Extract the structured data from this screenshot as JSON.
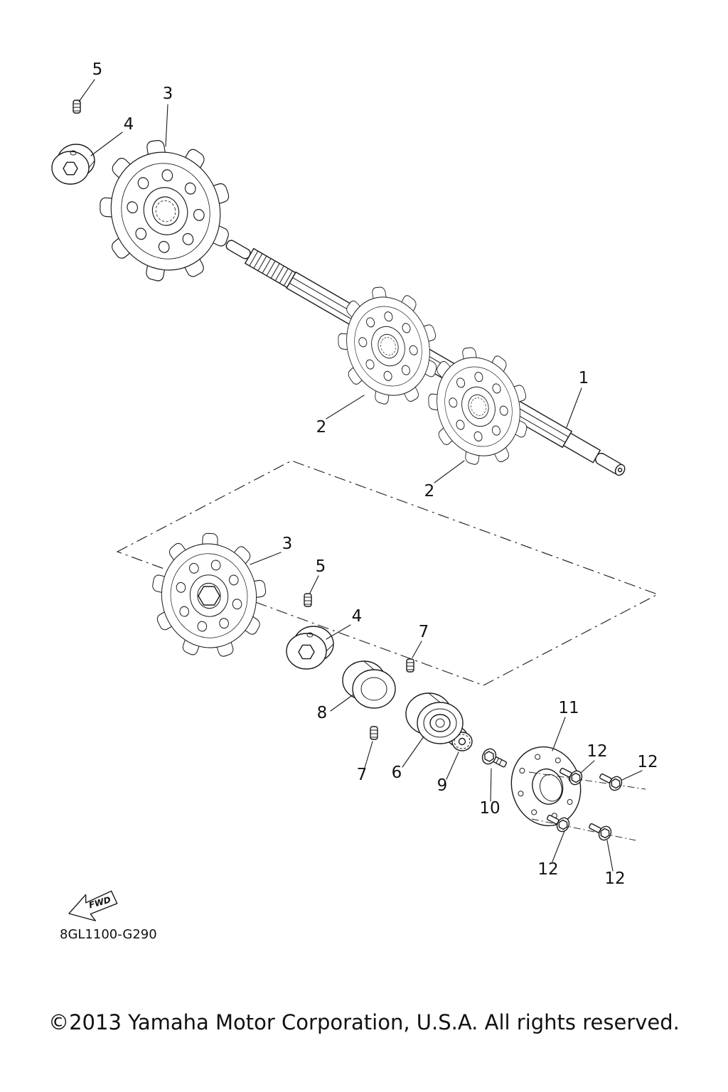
{
  "page": {
    "background": "#ffffff",
    "ink_color": "#1a1a1a"
  },
  "callouts": {
    "c1": "1",
    "c2_a": "2",
    "c2_b": "2",
    "c3_top": "3",
    "c3_bottom": "3",
    "c4_top": "4",
    "c4_bottom": "4",
    "c5_top": "5",
    "c5_bottom": "5",
    "c6": "6",
    "c7_top": "7",
    "c7_bottom": "7",
    "c8": "8",
    "c9": "9",
    "c10": "10",
    "c11": "11",
    "c12_a": "12",
    "c12_b": "12",
    "c12_c": "12",
    "c12_d": "12"
  },
  "fwd_arrow": {
    "label": "FWD"
  },
  "footer": {
    "diagram_code": "8GL1100-G290",
    "copyright": "©2013 Yamaha Motor Corporation, U.S.A. All rights reserved."
  }
}
